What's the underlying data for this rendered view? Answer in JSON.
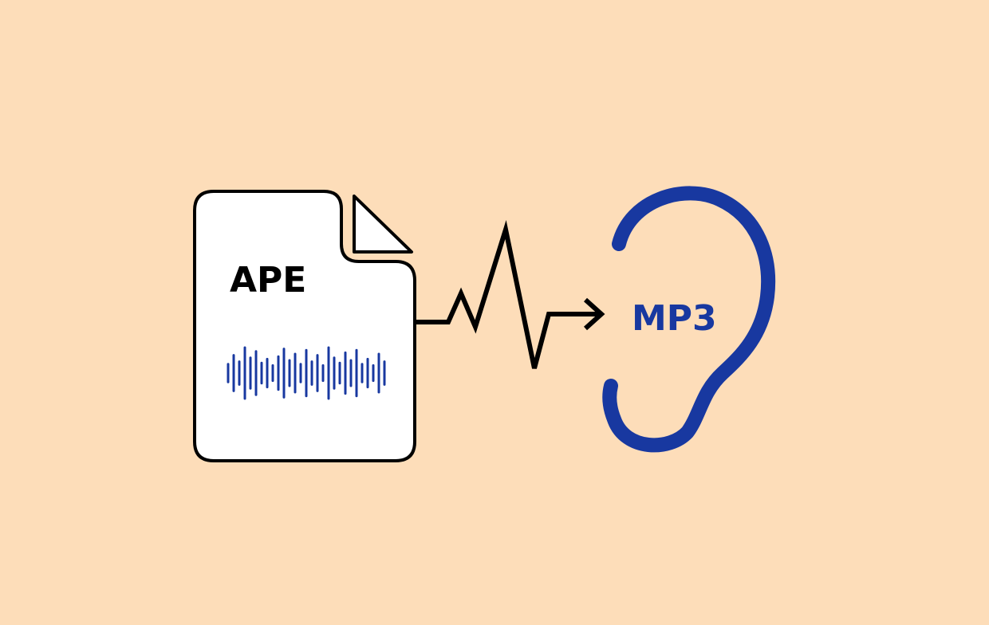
{
  "colors": {
    "background": "#FDDDB9",
    "file_fill": "#FFFFFF",
    "outline": "#000000",
    "accent_blue": "#1838A0"
  },
  "icons": {
    "source": "audio-file-icon",
    "waveform": "sound-waveform-icon",
    "connector": "zigzag-arrow-icon",
    "target": "ear-icon"
  },
  "source_file": {
    "label": "APE"
  },
  "target": {
    "label": "MP3"
  },
  "waveform_levels": [
    0.35,
    0.7,
    0.45,
    1.0,
    0.6,
    0.85,
    0.4,
    0.55,
    0.3,
    0.65,
    0.95,
    0.5,
    0.75,
    0.35,
    0.9,
    0.45,
    0.7,
    0.3,
    1.0,
    0.6,
    0.4,
    0.8,
    0.5,
    0.9,
    0.35,
    0.55,
    0.3,
    0.75,
    0.45
  ]
}
